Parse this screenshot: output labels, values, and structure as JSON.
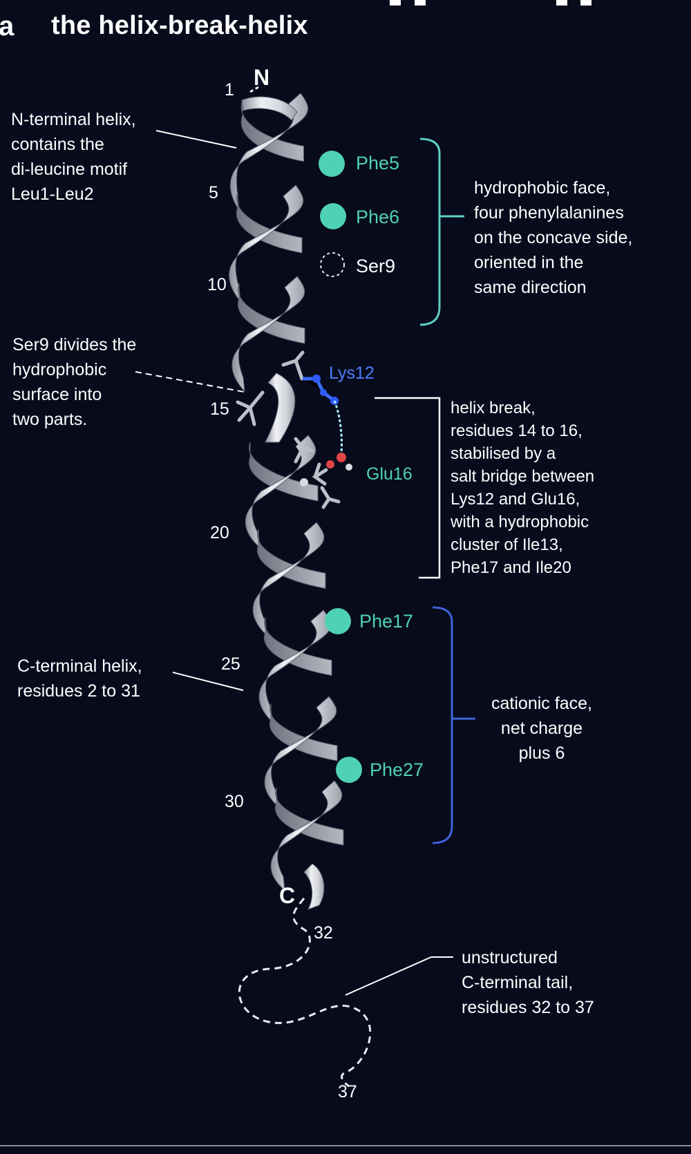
{
  "header": {
    "panel_letter": "a",
    "title": "the helix-break-helix"
  },
  "termini": {
    "n": "N",
    "c": "C"
  },
  "residue_numbers": [
    "1",
    "5",
    "10",
    "15",
    "20",
    "25",
    "30",
    "32",
    "37"
  ],
  "residues": {
    "phe5": "Phe5",
    "phe6": "Phe6",
    "ser9": "Ser9",
    "lys12": "Lys12",
    "glu16": "Glu16",
    "phe17": "Phe17",
    "phe27": "Phe27"
  },
  "annotations": {
    "n_terminal_helix": "N-terminal helix,\ncontains the\ndi-leucine motif\nLeu1-Leu2",
    "ser9_divides": "Ser9 divides the\nhydrophobic\nsurface into\ntwo parts.",
    "c_terminal_helix": "C-terminal helix,\nresidues 2 to 31",
    "hydrophobic_face": "hydrophobic face,\nfour phenylalanines\non the concave side,\noriented in the\nsame direction",
    "helix_break": "helix break,\nresidues 14 to 16,\nstabilised by a\nsalt bridge between\nLys12 and Glu16,\nwith a hydrophobic\ncluster of Ile13,\nPhe17 and Ile20",
    "cationic_face": "cationic face,\nnet charge\nplus 6",
    "unstructured_tail": "unstructured\nC-terminal tail,\nresidues 32 to 37"
  },
  "colors": {
    "background": "#070b1c",
    "ribbon": "#d9dbe2",
    "phenylalanine": "#4fd1b5",
    "lysine": "#4f7dff",
    "hydrophobic_bracket": "#5fd0c0",
    "cationic_bracket": "#3f63d6",
    "text": "#ffffff"
  }
}
